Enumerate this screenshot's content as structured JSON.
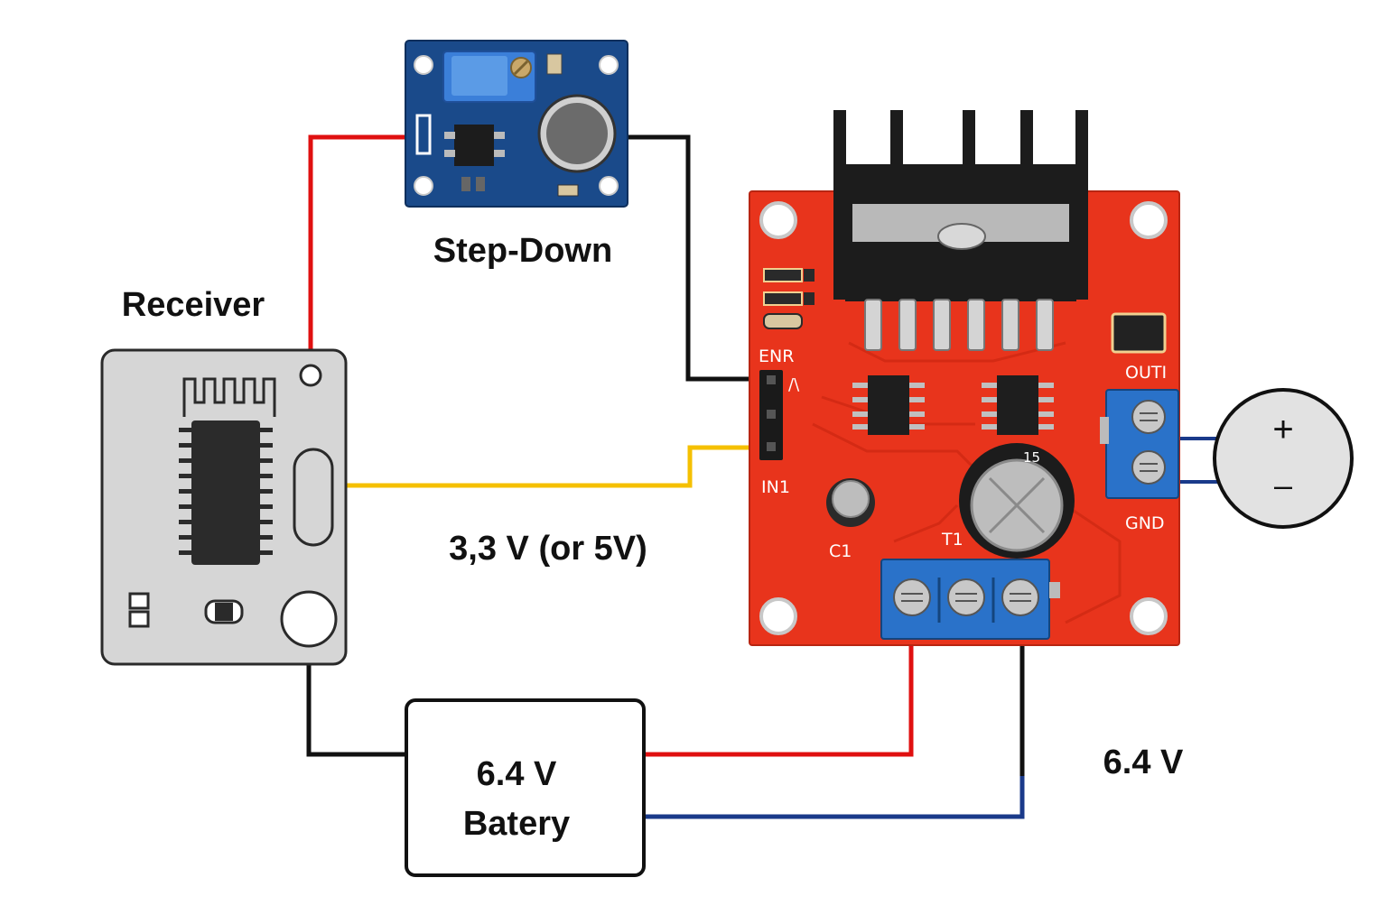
{
  "labels": {
    "step_down": "Step-Down",
    "receiver": "Receiver",
    "signal_voltage": "3,3 V (or 5V)",
    "motor_supply_voltage": "6.4 V"
  },
  "battery": {
    "line1": "6.4 V",
    "line2": "Batery"
  },
  "driver_board": {
    "pin_enable": "ENR",
    "pin_input": "IN1",
    "out_label": "OUTI",
    "gnd_label": "GND",
    "cap_label": "C1",
    "t_label": "T1",
    "cap_marking": "15"
  },
  "motor": {
    "plus": "+",
    "minus": "–"
  },
  "colors": {
    "driver_pcb": "#e8341c",
    "stepdown_pcb": "#1a4a8a",
    "receiver_pcb": "#d6d6d6",
    "terminal_block": "#2a72c9",
    "wire_power": "#e01010",
    "wire_ground": "#111111",
    "wire_signal": "#f5c000",
    "wire_return": "#1a3a8a"
  }
}
